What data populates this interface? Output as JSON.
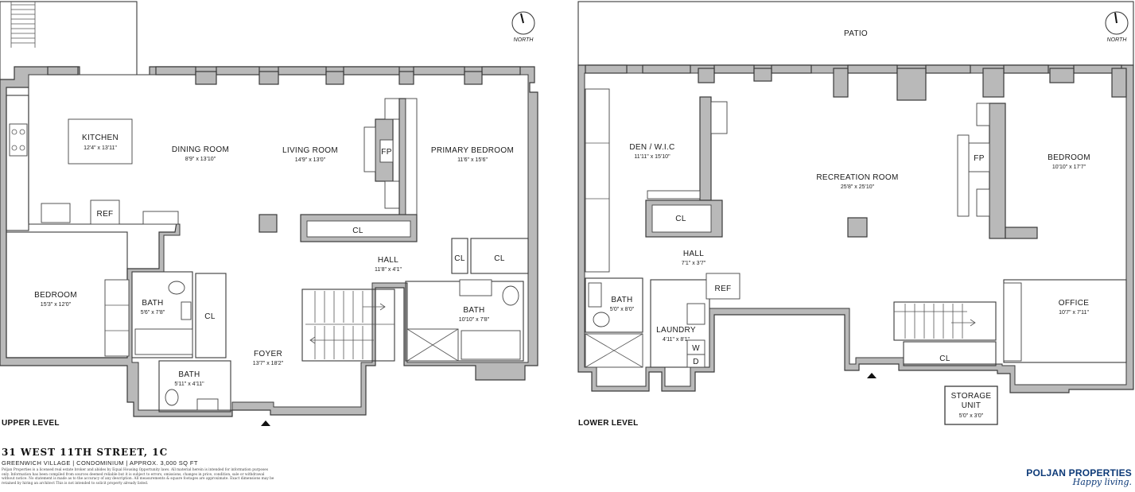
{
  "levels": {
    "upper": "UPPER LEVEL",
    "lower": "LOWER LEVEL"
  },
  "north_label": "NORTH",
  "upper_rooms": {
    "kitchen": {
      "name": "KITCHEN",
      "dim": "12'4\" x 13'11\""
    },
    "dining": {
      "name": "DINING ROOM",
      "dim": "8'9\" x 13'10\""
    },
    "living": {
      "name": "LIVING ROOM",
      "dim": "14'9\" x 13'0\""
    },
    "fp": {
      "name": "FP"
    },
    "primary_bedroom": {
      "name": "PRIMARY BEDROOM",
      "dim": "11'6\" x 15'6\""
    },
    "ref": {
      "name": "REF"
    },
    "cl_hall": {
      "name": "CL"
    },
    "hall": {
      "name": "HALL",
      "dim": "11'8\" x 4'1\""
    },
    "cl_small": {
      "name": "CL"
    },
    "cl_primary": {
      "name": "CL"
    },
    "bedroom": {
      "name": "BEDROOM",
      "dim": "15'3\" x 12'0\""
    },
    "bath1": {
      "name": "BATH",
      "dim": "5'6\" x 7'8\""
    },
    "cl_bath": {
      "name": "CL"
    },
    "bath_primary": {
      "name": "BATH",
      "dim": "10'10\" x 7'8\""
    },
    "foyer": {
      "name": "FOYER",
      "dim": "13'7\" x 18'2\""
    },
    "bath2": {
      "name": "BATH",
      "dim": "5'11\" x 4'11\""
    }
  },
  "lower_rooms": {
    "patio": {
      "name": "PATIO"
    },
    "den": {
      "name": "DEN / W.I.C",
      "dim": "11'11\" x 15'10\""
    },
    "recreation": {
      "name": "RECREATION ROOM",
      "dim": "25'8\" x 25'10\""
    },
    "fp": {
      "name": "FP"
    },
    "bedroom": {
      "name": "BEDROOM",
      "dim": "10'10\" x 17'7\""
    },
    "cl_den": {
      "name": "CL"
    },
    "hall": {
      "name": "HALL",
      "dim": "7'1\" x 3'7\""
    },
    "ref": {
      "name": "REF"
    },
    "bath": {
      "name": "BATH",
      "dim": "5'0\" x 8'0\""
    },
    "laundry": {
      "name": "LAUNDRY",
      "dim": "4'11\" x 8'1\""
    },
    "washer": {
      "name": "W"
    },
    "dryer": {
      "name": "D"
    },
    "office": {
      "name": "OFFICE",
      "dim": "10'7\" x 7'11\""
    },
    "cl_stair": {
      "name": "CL"
    },
    "storage": {
      "name1": "STORAGE",
      "name2": "UNIT",
      "dim": "5'0\" x 3'0\""
    }
  },
  "footer": {
    "address": "31 WEST 11TH STREET, 1C",
    "subtitle": "GREENWICH VILLAGE  |  CONDOMINIUM  |  APPROX. 3,000 SQ FT",
    "disclaimer": "Poljan Properties is a licensed real estate broker and abides by Equal Housing Opportunity laws. All material herein is intended for information purposes only. Information has been compiled from sources deemed reliable but it is subject to errors, omissions, changes in price, condition, sale or withdrawal without notice. No statement is made as to the accuracy of any description. All measurements & square footages are approximate. Exact dimensions may be retained by hiring an architect This is not intended to solicit property already listed."
  },
  "brand": {
    "name": "POLJAN PROPERTIES",
    "tagline": "Happy living."
  },
  "colors": {
    "wall_fill": "#b9b9b9",
    "line": "#3a3a3a",
    "brand": "#0d3a78"
  }
}
